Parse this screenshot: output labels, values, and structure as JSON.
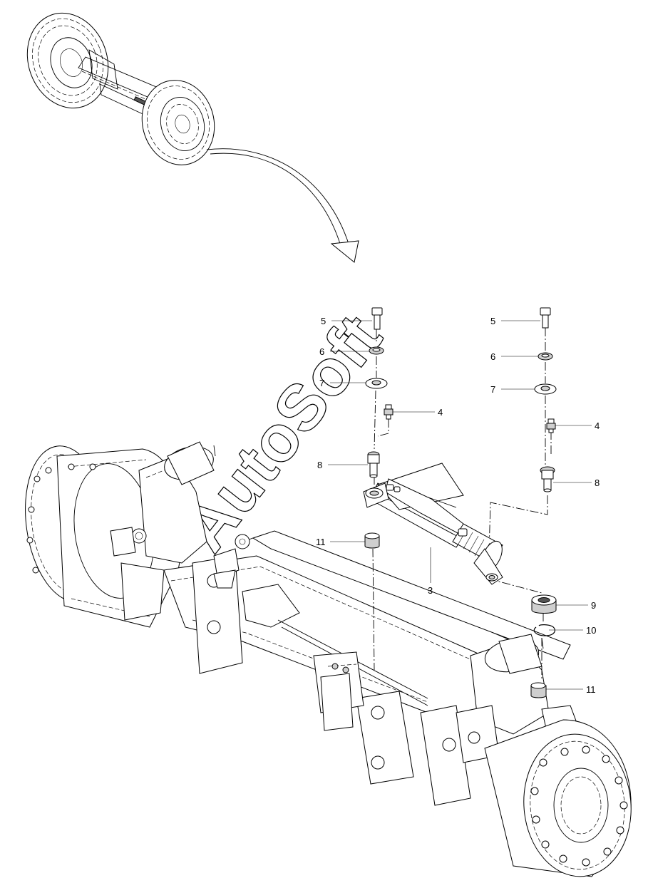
{
  "watermark": "AutoSoft",
  "callouts": [
    {
      "id": "c5a",
      "label": "5"
    },
    {
      "id": "c6a",
      "label": "6"
    },
    {
      "id": "c7a",
      "label": "7"
    },
    {
      "id": "c4a",
      "label": "4"
    },
    {
      "id": "c8a",
      "label": "8"
    },
    {
      "id": "c11a",
      "label": "11"
    },
    {
      "id": "c3",
      "label": "3"
    },
    {
      "id": "c5b",
      "label": "5"
    },
    {
      "id": "c6b",
      "label": "6"
    },
    {
      "id": "c7b",
      "label": "7"
    },
    {
      "id": "c4b",
      "label": "4"
    },
    {
      "id": "c8b",
      "label": "8"
    },
    {
      "id": "c9",
      "label": "9"
    },
    {
      "id": "c10",
      "label": "10"
    },
    {
      "id": "c11b",
      "label": "11"
    }
  ]
}
